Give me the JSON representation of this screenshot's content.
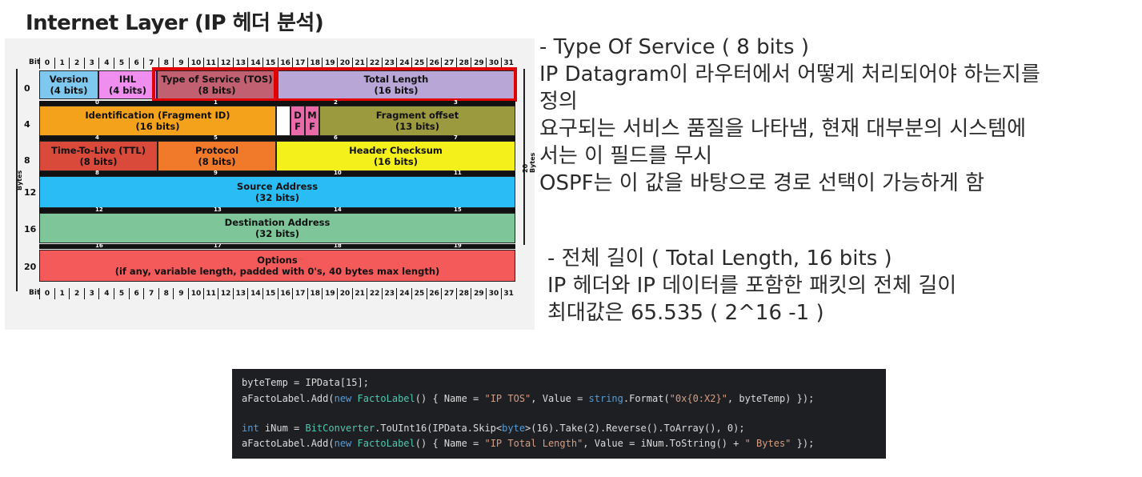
{
  "page": {
    "title": "Internet Layer (IP 헤더 분석)"
  },
  "diagram": {
    "bit_label": "Bit",
    "bits": [
      "0",
      "1",
      "2",
      "3",
      "4",
      "5",
      "6",
      "7",
      "8",
      "9",
      "10",
      "11",
      "12",
      "13",
      "14",
      "15",
      "16",
      "17",
      "18",
      "19",
      "20",
      "21",
      "22",
      "23",
      "24",
      "25",
      "26",
      "27",
      "28",
      "29",
      "30",
      "31"
    ],
    "row_labels": [
      "0",
      "4",
      "8",
      "12",
      "16",
      "20"
    ],
    "side_label_left": "Bytes",
    "side_label_right": "20 Bytes",
    "fields": {
      "version": {
        "name": "Version",
        "size": "(4 bits)",
        "color": "#7ec8f0"
      },
      "ihl": {
        "name": "IHL",
        "size": "(4 bits)",
        "color": "#f08ef0"
      },
      "tos": {
        "name": "Type of Service (TOS)",
        "size": "(8 bits)",
        "color": "#c06070"
      },
      "total_length": {
        "name": "Total Length",
        "size": "(16 bits)",
        "color": "#b7a6d6"
      },
      "identification": {
        "name": "Identification (Fragment ID)",
        "size": "(16 bits)",
        "color": "#f4a21c"
      },
      "flag_d": {
        "name": "D",
        "sub": "F",
        "color": "#e86aa8"
      },
      "flag_m": {
        "name": "M",
        "sub": "F",
        "color": "#e86aa8"
      },
      "fragment_offset": {
        "name": "Fragment offset",
        "size": "(13 bits)",
        "color": "#9c9a3e"
      },
      "ttl": {
        "name": "Time-To-Live (TTL)",
        "size": "(8 bits)",
        "color": "#d94a3a"
      },
      "protocol": {
        "name": "Protocol",
        "size": "(8 bits)",
        "color": "#f07a2a"
      },
      "checksum": {
        "name": "Header Checksum",
        "size": "(16 bits)",
        "color": "#f4f01c"
      },
      "source": {
        "name": "Source Address",
        "size": "(32 bits)",
        "color": "#2abcf4"
      },
      "destination": {
        "name": "Destination Address",
        "size": "(32 bits)",
        "color": "#7ec69a"
      },
      "options": {
        "name": "Options",
        "size": "(if any, variable length, padded with 0's, 40 bytes max length)",
        "color": "#f45a5a"
      }
    },
    "strips": [
      [
        "0",
        "1",
        "2",
        "3"
      ],
      [
        "4",
        "5",
        "6",
        "7"
      ],
      [
        "8",
        "9",
        "10",
        "11"
      ],
      [
        "12",
        "13",
        "14",
        "15"
      ],
      [
        "16",
        "17",
        "18",
        "19"
      ]
    ]
  },
  "description": {
    "tos_lines": [
      "- Type Of Service ( 8 bits )",
      "IP Datagram이 라우터에서 어떻게 처리되어야 하는지를",
      "정의",
      "요구되는 서비스 품질을 나타냄, 현재 대부분의 시스템에",
      "서는 이 필드를 무시",
      "OSPF는 이 값을 바탕으로 경로 선택이 가능하게 함"
    ],
    "length_lines": [
      "- 전체 길이 ( Total Length, 16 bits )",
      "IP 헤더와 IP 데이터를 포함한 패킷의 전체 길이",
      "최대값은 65.535 ( 2^16 -1 )"
    ]
  },
  "code": {
    "line1": "byteTemp = IPData[15];",
    "line2_a": "aFactoLabel.Add(",
    "line2_new": "new",
    "line2_type": " FactoLabel",
    "line2_b": "() { Name = ",
    "line2_str1": "\"IP TOS\"",
    "line2_c": ", Value = ",
    "line2_kw": "string",
    "line2_d": ".Format(",
    "line2_str2": "\"0x{0:X2}\"",
    "line2_e": ", byteTemp) });",
    "line3_kw": "int",
    "line3_a": " iNum = ",
    "line3_type": "BitConverter",
    "line3_b": ".ToUInt16(IPData.Skip<",
    "line3_kw2": "byte",
    "line3_c": ">(16).Take(2).Reverse().ToArray(), 0);",
    "line4_a": "aFactoLabel.Add(",
    "line4_new": "new",
    "line4_type": " FactoLabel",
    "line4_b": "() { Name = ",
    "line4_str1": "\"IP Total Length\"",
    "line4_c": ", Value = iNum.ToString() + ",
    "line4_str2": "\" Bytes\"",
    "line4_d": " });"
  }
}
